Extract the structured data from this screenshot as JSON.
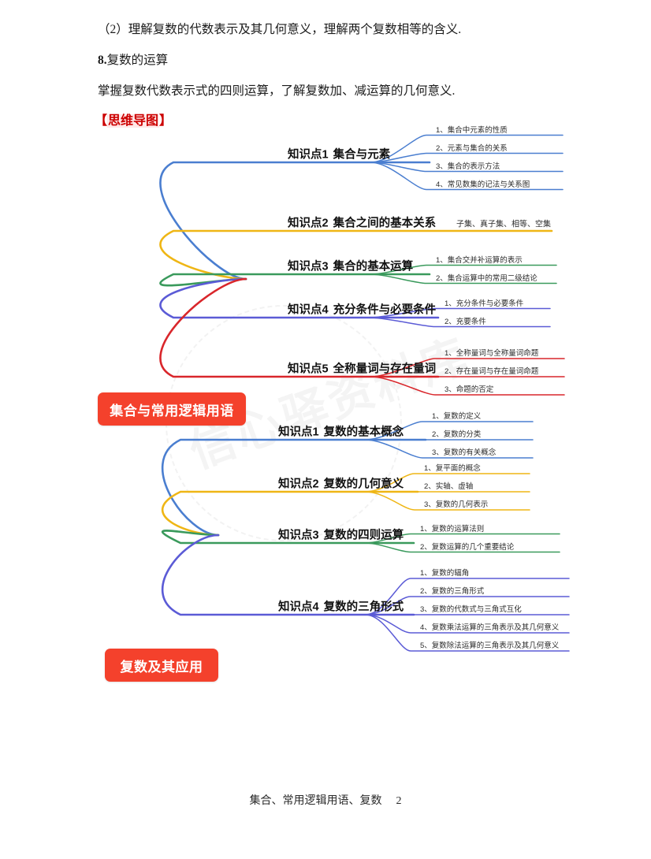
{
  "page": {
    "paragraphs": [
      "（2）理解复数的代数表示及其几何意义，理解两个复数相等的含义.",
      "8.",
      "复数的运算",
      "掌握复数代数表示式的四则运算，了解复数加、减运算的几何意义.",
      "【",
      "思维导图",
      "】"
    ],
    "watermark": "信心驿资料库"
  },
  "footer": {
    "label": "集合、常用逻辑用语、复数",
    "page_number": "2"
  },
  "colors": {
    "root_fill": "#f4412c",
    "root_text": "#ffffff",
    "blue": "#4a7ed0",
    "gold": "#efb615",
    "green": "#3a9a5c",
    "indigo": "#5b5bd6",
    "red": "#d9262b",
    "heading_red": "#cc0000"
  },
  "mindmaps": [
    {
      "id": "map-1",
      "root": "集合与常用逻辑用语",
      "branches": [
        {
          "no": "知识点1",
          "title": "集合与元素",
          "color": "blue",
          "leaves": [
            "1、集合中元素的性质",
            "2、元素与集合的关系",
            "3、集合的表示方法",
            "4、常见数集的记法与关系图"
          ]
        },
        {
          "no": "知识点2",
          "title": "集合之间的基本关系",
          "color": "gold",
          "inline_note": "子集、真子集、相等、空集",
          "leaves": []
        },
        {
          "no": "知识点3",
          "title": "集合的基本运算",
          "color": "green",
          "leaves": [
            "1、集合交并补运算的表示",
            "2、集合运算中的常用二级结论"
          ]
        },
        {
          "no": "知识点4",
          "title": "充分条件与必要条件",
          "color": "indigo",
          "leaves": [
            "1、充分条件与必要条件",
            "2、充要条件"
          ]
        },
        {
          "no": "知识点5",
          "title": "全称量词与存在量词",
          "color": "red",
          "leaves": [
            "1、全称量词与全称量词命题",
            "2、存在量词与存在量词命题",
            "3、命题的否定"
          ]
        }
      ]
    },
    {
      "id": "map-2",
      "root": "复数及其应用",
      "branches": [
        {
          "no": "知识点1",
          "title": "复数的基本概念",
          "color": "blue",
          "leaves": [
            "1、复数的定义",
            "2、复数的分类",
            "3、复数的有关概念"
          ]
        },
        {
          "no": "知识点2",
          "title": "复数的几何意义",
          "color": "gold",
          "leaves": [
            "1、复平面的概念",
            "2、实轴、虚轴",
            "3、复数的几何表示"
          ]
        },
        {
          "no": "知识点3",
          "title": "复数的四则运算",
          "color": "green",
          "leaves": [
            "1、复数的运算法则",
            "2、复数运算的几个重要结论"
          ]
        },
        {
          "no": "知识点4",
          "title": "复数的三角形式",
          "color": "indigo",
          "leaves": [
            "1、复数的辐角",
            "2、复数的三角形式",
            "3、复数的代数式与三角式互化",
            "4、复数乘法运算的三角表示及其几何意义",
            "5、复数除法运算的三角表示及其几何意义"
          ]
        }
      ]
    }
  ]
}
